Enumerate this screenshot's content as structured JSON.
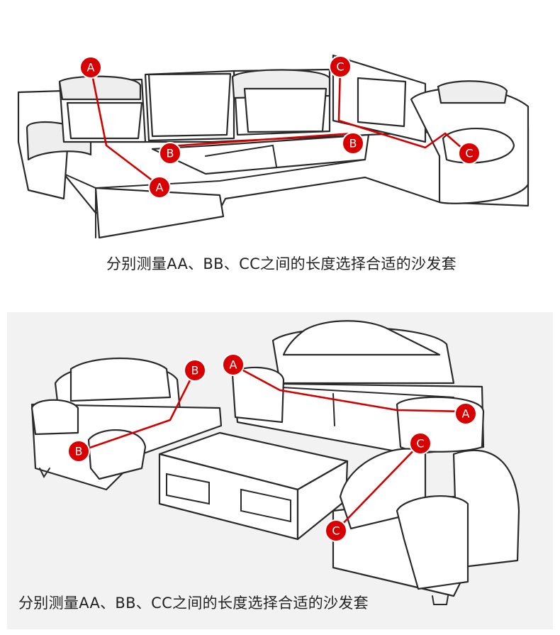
{
  "top_panel": {
    "caption": "分别测量AA、BB、CC之间的长度选择合适的沙发套",
    "markers": {
      "a1": "A",
      "a2": "A",
      "b1": "B",
      "b2": "B",
      "c1": "C",
      "c2": "C"
    }
  },
  "bottom_panel": {
    "caption": "分别测量AA、BB、CC之间的长度选择合适的沙发套",
    "markers": {
      "a1": "A",
      "a2": "A",
      "b1": "B",
      "b2": "B",
      "c1": "C",
      "c2": "C"
    }
  },
  "colors": {
    "marker": "#d80000",
    "measure_line": "#d40000",
    "bottom_background": "#f2f2f2"
  }
}
